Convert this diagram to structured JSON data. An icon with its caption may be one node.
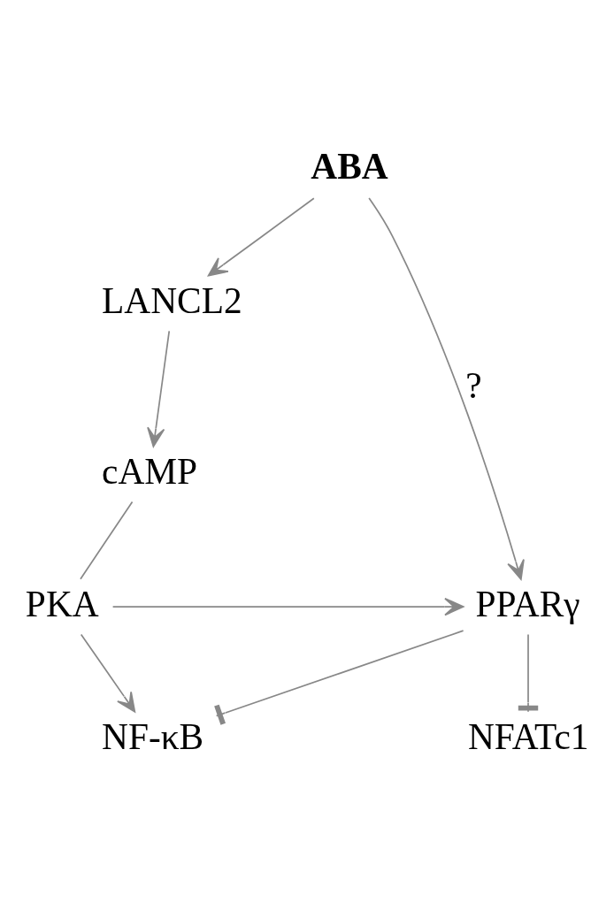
{
  "diagram": {
    "nodes": [
      {
        "text": [
          "ABA"
        ]
      },
      {
        "text": [
          "LANCL2"
        ]
      },
      {
        "text": [
          "cAMP"
        ]
      },
      {
        "text": [
          "PKA"
        ]
      },
      {
        "text": [
          "PPARγ"
        ]
      },
      {
        "text": [
          "NF-κB"
        ]
      },
      {
        "text": [
          "NFATc1"
        ]
      }
    ],
    "edges": [
      {
        "from": 0,
        "to": 1,
        "arrow": "to"
      },
      {
        "from": 0,
        "to": 4,
        "arrow": "to",
        "label": "?"
      },
      {
        "from": 1,
        "to": 2,
        "arrow": "to"
      },
      {
        "from": 2,
        "to": 3,
        "arrow": "none"
      },
      {
        "from": 3,
        "to": 4,
        "arrow": "to"
      },
      {
        "from": 3,
        "to": 5,
        "arrow": "to"
      },
      {
        "from": 4,
        "to": 5,
        "arrow": "other"
      },
      {
        "from": 4,
        "to": 6,
        "arrow": "other"
      }
    ]
  }
}
